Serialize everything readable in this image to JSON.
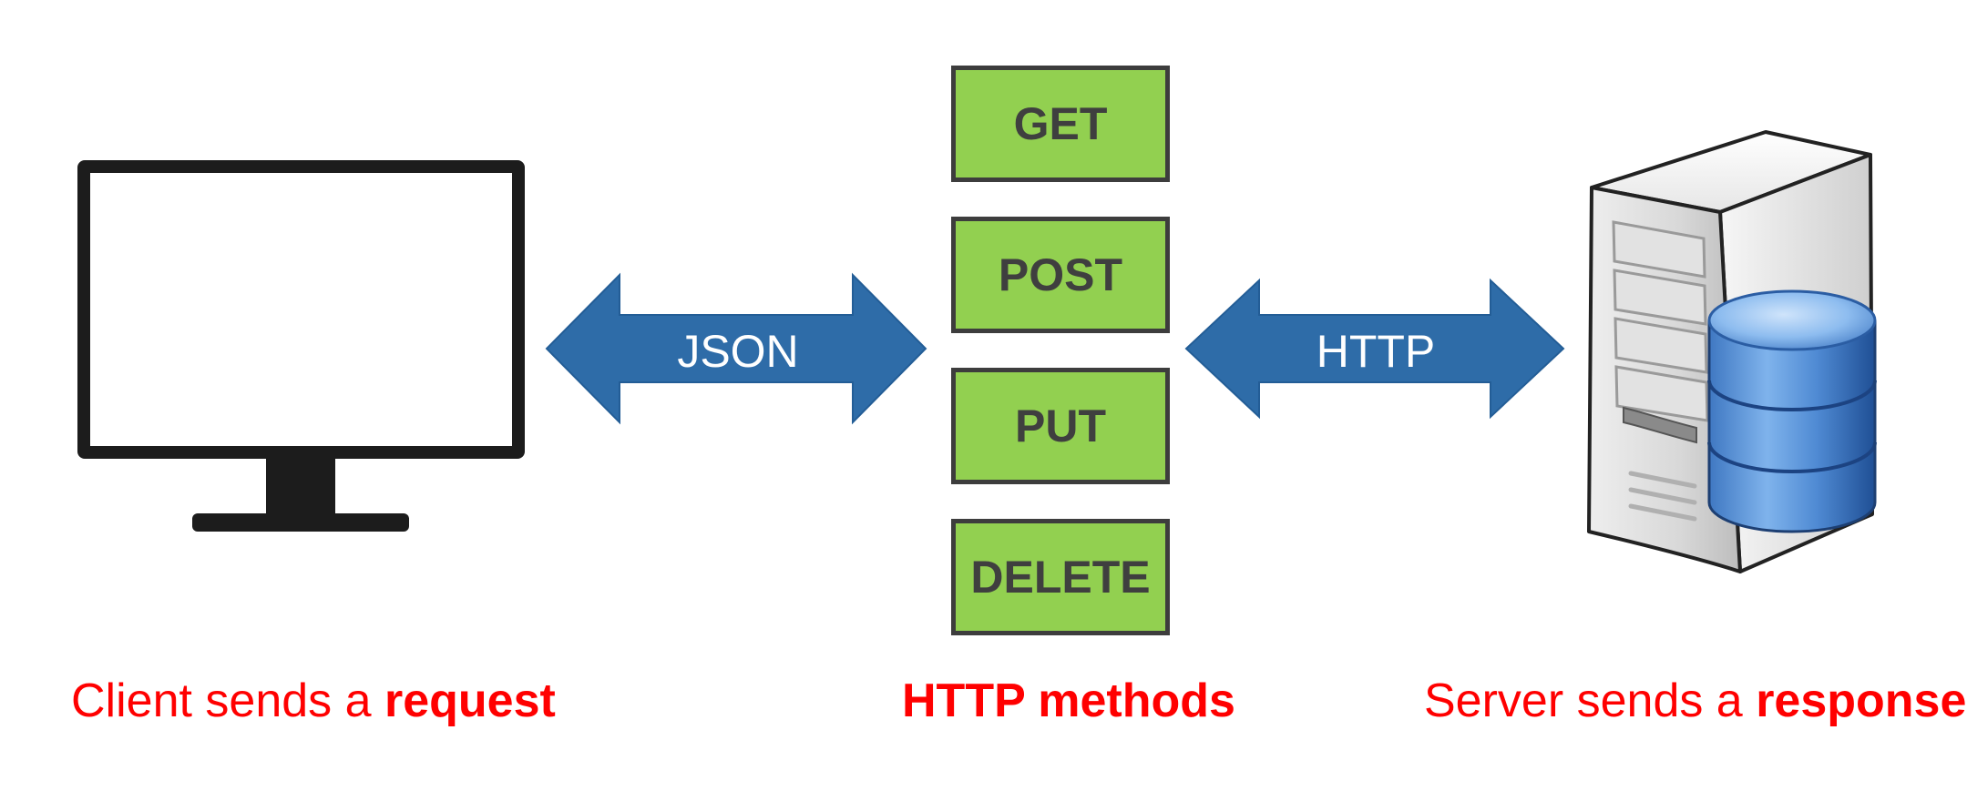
{
  "colors": {
    "method_fill": "#92d050",
    "arrow_fill": "#2e6ca8",
    "caption_red": "#ff0000"
  },
  "client": {
    "icon": "monitor-icon",
    "caption_prefix": "Client sends a ",
    "caption_bold": "request"
  },
  "arrows": {
    "left_label": "JSON",
    "right_label": "HTTP"
  },
  "methods": [
    "GET",
    "POST",
    "PUT",
    "DELETE"
  ],
  "methods_caption": "HTTP methods",
  "server": {
    "icon": "server-database-icon",
    "caption_prefix": "Server sends a ",
    "caption_bold": "response"
  }
}
